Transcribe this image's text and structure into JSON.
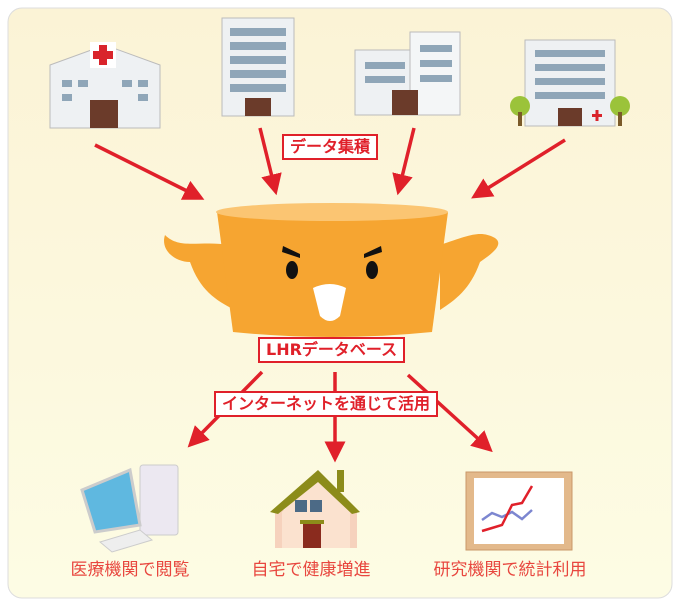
{
  "labels": {
    "collect": "データ集積",
    "database": "LHRデータベース",
    "internet": "インターネットを通じて活用"
  },
  "outcomes": [
    {
      "label": "医療機関で閲覧",
      "icon": "computer-icon"
    },
    {
      "label": "自宅で健康増進",
      "icon": "house-icon"
    },
    {
      "label": "研究機関で統計利用",
      "icon": "line-chart-icon"
    }
  ],
  "sources": [
    {
      "icon": "hospital-red-cross-icon"
    },
    {
      "icon": "tall-building-icon"
    },
    {
      "icon": "office-building-icon"
    },
    {
      "icon": "clinic-building-icon"
    }
  ],
  "colors": {
    "arrow": "#e0202a",
    "database": "#f6a531",
    "background": "#fdfbe2"
  }
}
